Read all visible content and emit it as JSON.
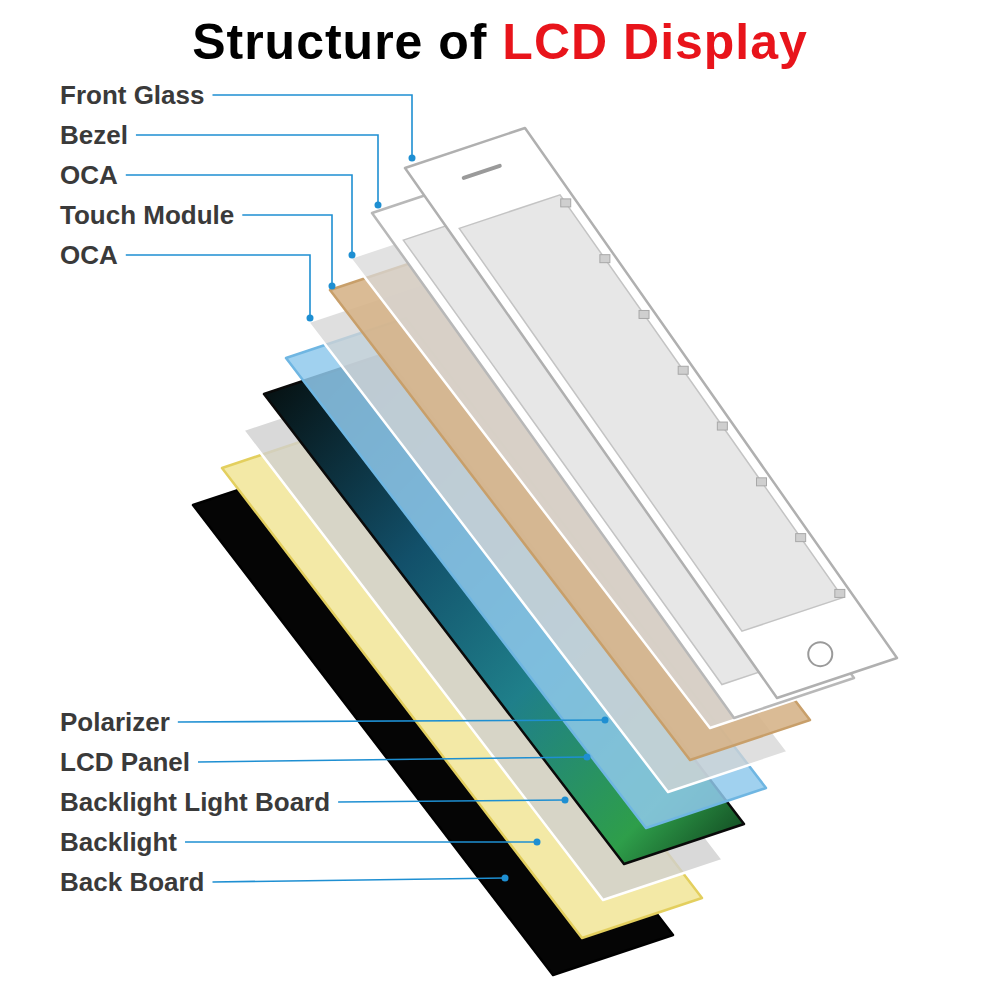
{
  "diagram": {
    "title": "Structure of LCD Display",
    "labels": [
      "Front Glass",
      "Bezel",
      "OCA",
      "Touch Module",
      "OCA",
      "Polarizer",
      "LCD Panel",
      "Backlight Light Board",
      "Backlight",
      "Back Board"
    ]
  }
}
